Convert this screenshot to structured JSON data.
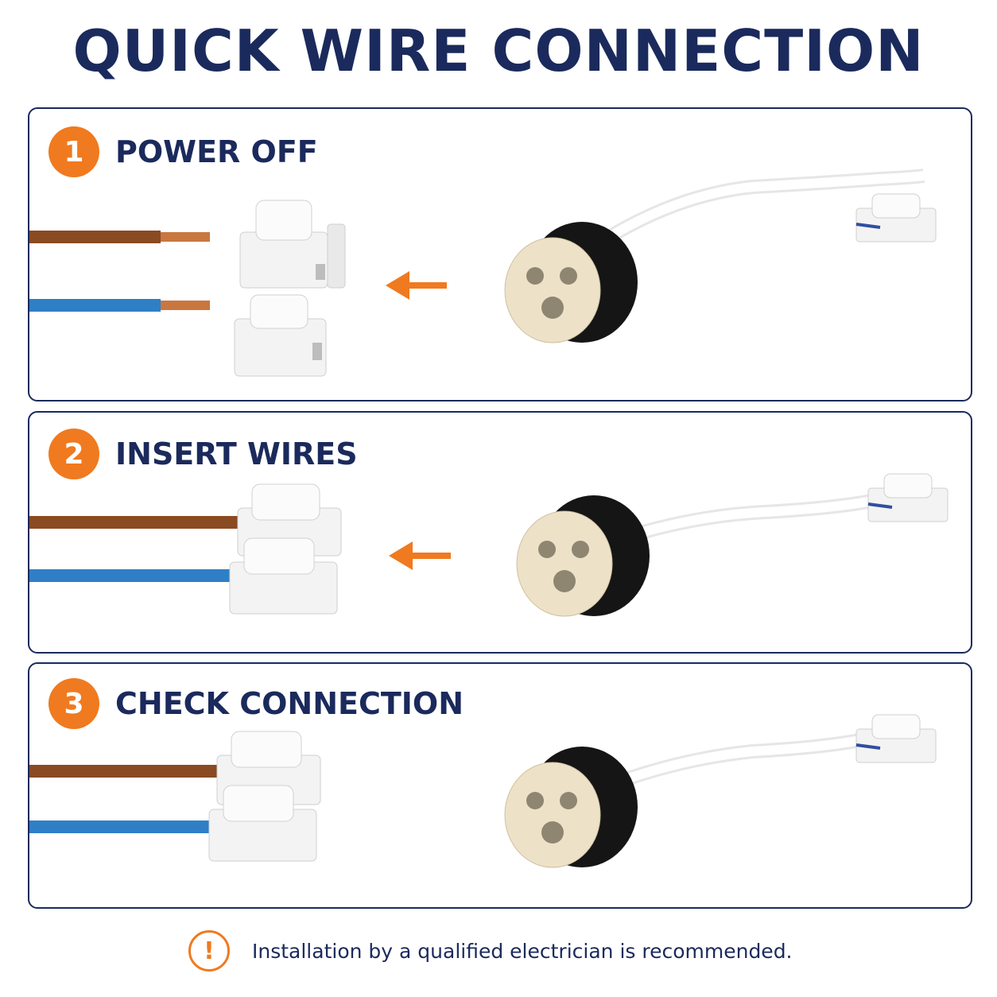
{
  "title": "QUICK WIRE CONNECTION",
  "steps": [
    {
      "number": "1",
      "label": "POWER OFF"
    },
    {
      "number": "2",
      "label": "INSERT WIRES"
    },
    {
      "number": "3",
      "label": "CHECK CONNECTION"
    }
  ],
  "footer": {
    "icon": "warning-icon",
    "icon_glyph": "!",
    "text": "Installation by a qualified electrician is recommended."
  },
  "colors": {
    "brand": "#1b2a5c",
    "accent": "#f07a1f",
    "brown_wire": "#8a4a22",
    "blue_wire": "#2f7fc6"
  }
}
